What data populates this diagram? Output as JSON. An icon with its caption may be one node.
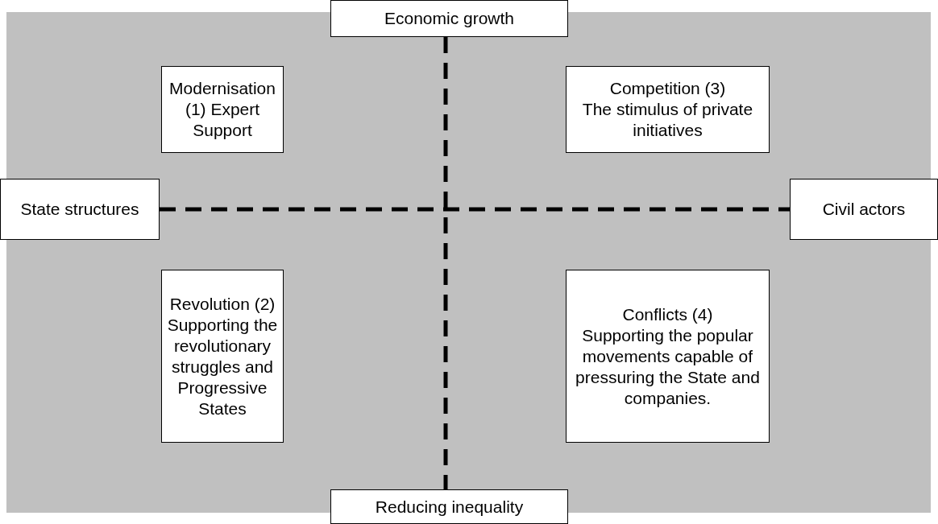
{
  "diagram": {
    "nodes": [
      {
        "text": [
          "Economic growth"
        ]
      },
      {
        "text": [
          "Modernisation (1) Expert Support"
        ]
      },
      {
        "text": [
          "Competition (3)",
          "The stimulus of private initiatives"
        ]
      },
      {
        "text": [
          "State structures"
        ]
      },
      {
        "text": [
          "Civil actors"
        ]
      },
      {
        "text": [
          "Revolution (2)",
          "Supporting the revolutionary struggles and Progressive States"
        ]
      },
      {
        "text": [
          "Conflicts (4)",
          "Supporting the popular movements capable of pressuring the State and companies."
        ]
      },
      {
        "text": [
          "Reducing inequality"
        ]
      }
    ],
    "edges": [
      {
        "from": 0,
        "to": 7,
        "arrow": "none",
        "style": "dashed"
      },
      {
        "from": 3,
        "to": 4,
        "arrow": "none",
        "style": "dashed"
      }
    ]
  }
}
